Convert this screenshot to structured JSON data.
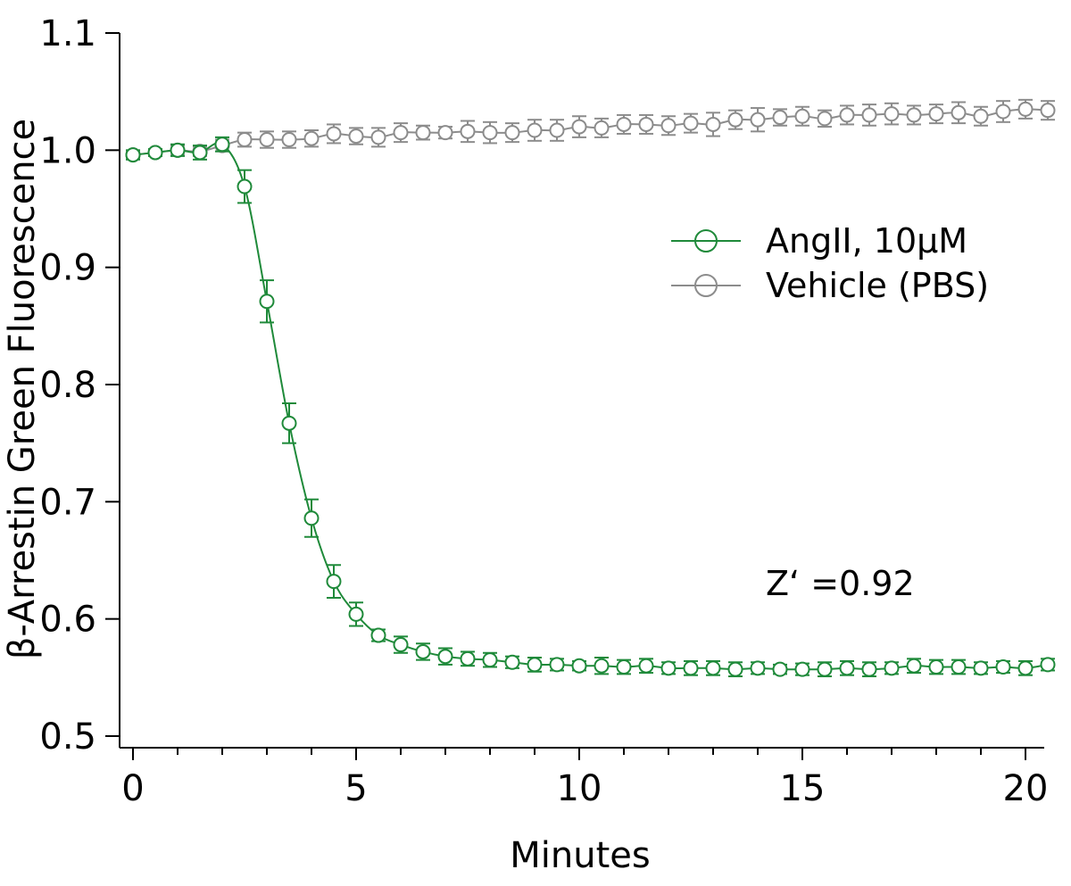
{
  "chart_data": {
    "type": "line",
    "title": "",
    "xlabel": "Minutes",
    "ylabel": "β-Arrestin Green Fluorescence",
    "xlim": [
      0,
      20.5
    ],
    "ylim": [
      0.5,
      1.1
    ],
    "x_ticks": [
      "0",
      "5",
      "10",
      "15",
      "20"
    ],
    "y_ticks": [
      "0.5",
      "0.6",
      "0.7",
      "0.8",
      "0.9",
      "1.0",
      "1.1"
    ],
    "legend_position": "right",
    "grid": false,
    "annotation": "Z‘ =0.92",
    "x": [
      0,
      0.5,
      1,
      1.5,
      2,
      2.5,
      3,
      3.5,
      4,
      4.5,
      5,
      5.5,
      6,
      6.5,
      7,
      7.5,
      8,
      8.5,
      9,
      9.5,
      10,
      10.5,
      11,
      11.5,
      12,
      12.5,
      13,
      13.5,
      14,
      14.5,
      15,
      15.5,
      16,
      16.5,
      17,
      17.5,
      18,
      18.5,
      19,
      19.5,
      20,
      20.5
    ],
    "series": [
      {
        "name": "AngII, 10μM",
        "color": "#1f8a3a",
        "values": [
          0.996,
          0.998,
          1.0,
          0.998,
          1.005,
          0.969,
          0.871,
          0.767,
          0.686,
          0.632,
          0.604,
          0.586,
          0.578,
          0.572,
          0.568,
          0.566,
          0.565,
          0.563,
          0.561,
          0.561,
          0.56,
          0.56,
          0.559,
          0.56,
          0.558,
          0.558,
          0.558,
          0.557,
          0.558,
          0.557,
          0.557,
          0.557,
          0.558,
          0.557,
          0.558,
          0.56,
          0.559,
          0.559,
          0.558,
          0.559,
          0.558,
          0.561
        ],
        "errors": [
          0.004,
          0.003,
          0.005,
          0.006,
          0.006,
          0.014,
          0.018,
          0.017,
          0.016,
          0.014,
          0.01,
          0.005,
          0.007,
          0.007,
          0.007,
          0.006,
          0.006,
          0.005,
          0.006,
          0.005,
          0.004,
          0.007,
          0.006,
          0.006,
          0.005,
          0.006,
          0.006,
          0.006,
          0.005,
          0.004,
          0.005,
          0.006,
          0.006,
          0.006,
          0.005,
          0.006,
          0.006,
          0.006,
          0.005,
          0.005,
          0.006,
          0.005
        ]
      },
      {
        "name": "Vehicle (PBS)",
        "color": "#8c8c8c",
        "values": [
          0.996,
          0.998,
          1.0,
          0.999,
          1.004,
          1.009,
          1.009,
          1.009,
          1.01,
          1.014,
          1.012,
          1.011,
          1.015,
          1.015,
          1.015,
          1.016,
          1.015,
          1.015,
          1.017,
          1.017,
          1.02,
          1.019,
          1.022,
          1.022,
          1.021,
          1.023,
          1.022,
          1.026,
          1.026,
          1.028,
          1.029,
          1.027,
          1.03,
          1.03,
          1.031,
          1.03,
          1.031,
          1.032,
          1.029,
          1.033,
          1.035,
          1.034
        ],
        "errors": [
          0.003,
          0.003,
          0.004,
          0.004,
          0.005,
          0.006,
          0.007,
          0.007,
          0.007,
          0.008,
          0.007,
          0.008,
          0.008,
          0.006,
          0.005,
          0.009,
          0.009,
          0.008,
          0.009,
          0.009,
          0.009,
          0.008,
          0.008,
          0.008,
          0.008,
          0.008,
          0.01,
          0.008,
          0.01,
          0.007,
          0.008,
          0.007,
          0.008,
          0.009,
          0.009,
          0.008,
          0.008,
          0.009,
          0.008,
          0.009,
          0.008,
          0.008
        ]
      }
    ]
  }
}
